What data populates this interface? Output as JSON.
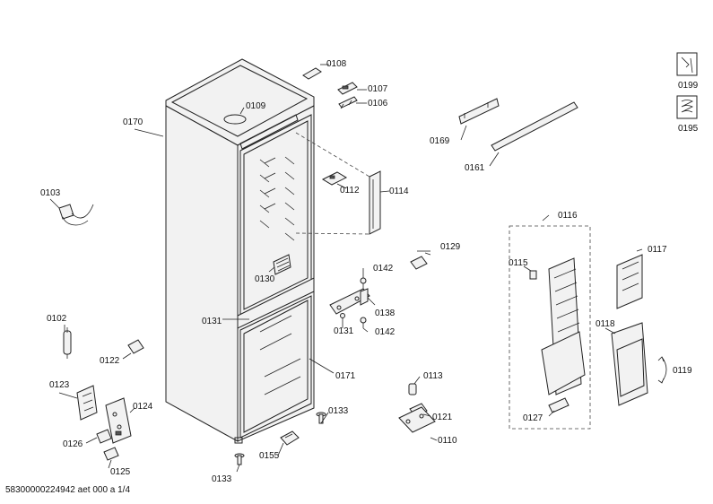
{
  "doc_ref": "58300000224942 aet 000 a 1/4",
  "labels": {
    "p0108": "0108",
    "p0107": "0107",
    "p0106": "0106",
    "p0109": "0109",
    "p0170": "0170",
    "p0103": "0103",
    "p0112": "0112",
    "p0114": "0114",
    "p0130": "0130",
    "p0142a": "0142",
    "p0138": "0138",
    "p0131a": "0131",
    "p0131b": "0131",
    "p0142b": "0142",
    "p0102": "0102",
    "p0122": "0122",
    "p0171": "0171",
    "p0123": "0123",
    "p0124": "0124",
    "p0126": "0126",
    "p0125": "0125",
    "p0133a": "0133",
    "p0155": "0155",
    "p0133b": "0133",
    "p0169": "0169",
    "p0161": "0161",
    "p0129": "0129",
    "p0113": "0113",
    "p0121": "0121",
    "p0110": "0110",
    "p0116": "0116",
    "p0115": "0115",
    "p0117": "0117",
    "p0118": "0118",
    "p0119": "0119",
    "p0127": "0127",
    "p0199": "0199",
    "p0195": "0195"
  }
}
